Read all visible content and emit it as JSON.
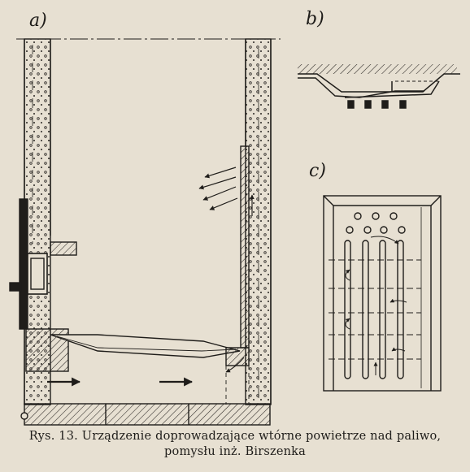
{
  "figure": {
    "panel_labels": {
      "a": "a)",
      "b": "b)",
      "c": "c)"
    },
    "caption_line1": "Rys. 13. Urządzenie doprowadzające wtórne powietrze nad paliwo,",
    "caption_line2": "pomysłu inż. Birszenka"
  },
  "colors": {
    "paper": "#e7e0d2",
    "ink": "#1f1d1a"
  }
}
